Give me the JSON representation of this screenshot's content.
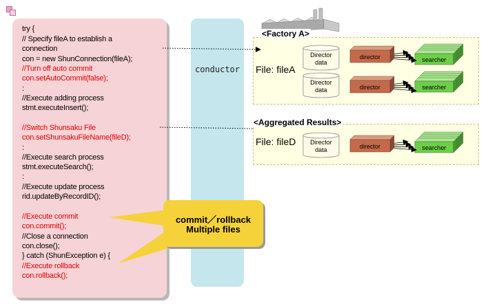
{
  "code_panel": {
    "lines": [
      {
        "text": "try {",
        "color": "#000000"
      },
      {
        "text": "  // Specify fileA to establish a",
        "color": "#000000"
      },
      {
        "text": "connection",
        "color": "#000000"
      },
      {
        "text": "  con = new ShunConnection(fileA);",
        "color": "#000000"
      },
      {
        "text": "  //Turn off auto commit",
        "color": "#e60000"
      },
      {
        "text": "  con.setAutoCommit(false);",
        "color": "#e60000"
      },
      {
        "text": "  :",
        "color": "#000000"
      },
      {
        "text": "  //Execute adding process",
        "color": "#000000"
      },
      {
        "text": "  stmt.executeInsert();",
        "color": "#000000"
      },
      {
        "text": "  //Switch Shunsaku File",
        "color": "#e60000"
      },
      {
        "text": "  con.setShunsakuFileName(fileD);",
        "color": "#e60000"
      },
      {
        "text": "  :",
        "color": "#000000"
      },
      {
        "text": " //Execute search process",
        "color": "#000000"
      },
      {
        "text": " stmt.executeSearch();",
        "color": "#000000"
      },
      {
        "text": "  :",
        "color": "#000000"
      },
      {
        "text": "  //Execute update process",
        "color": "#000000"
      },
      {
        "text": "  rid.updateByRecordID();",
        "color": "#000000"
      },
      {
        "text": "  //Execute commit",
        "color": "#e60000"
      },
      {
        "text": "  con.commit();",
        "color": "#e60000"
      },
      {
        "text": "  //Close a connection",
        "color": "#000000"
      },
      {
        "text": "  con.close();",
        "color": "#000000"
      },
      {
        "text": "} catch (ShunException e) {",
        "color": "#000000"
      },
      {
        "text": "  //Execute rollback",
        "color": "#e60000"
      },
      {
        "text": "  con.rollback();",
        "color": "#e60000"
      }
    ]
  },
  "conductor": {
    "label": "conductor"
  },
  "factory_a": {
    "title": "<Factory A>",
    "file_label": "File: fileA",
    "director_data_label": "Director data",
    "director_label": "director",
    "searcher_label": "searcher"
  },
  "aggregated": {
    "title": "<Aggregated Results>",
    "file_label": "File: fileD",
    "director_data_label": "Director data",
    "director_label": "director",
    "searcher_label": "searcher"
  },
  "callout": {
    "line1": "commit／rollback",
    "line2": "Multiple files"
  },
  "colors": {
    "code_panel_bg": "#f6d3d6",
    "conductor_bg": "#c4e6ec",
    "file_box_bg": "#ffffe3",
    "director_block": "#c46a4a",
    "searcher_block": "#6ccf48",
    "callout_bg": "#f5d23a",
    "highlight_text": "#e60000"
  }
}
